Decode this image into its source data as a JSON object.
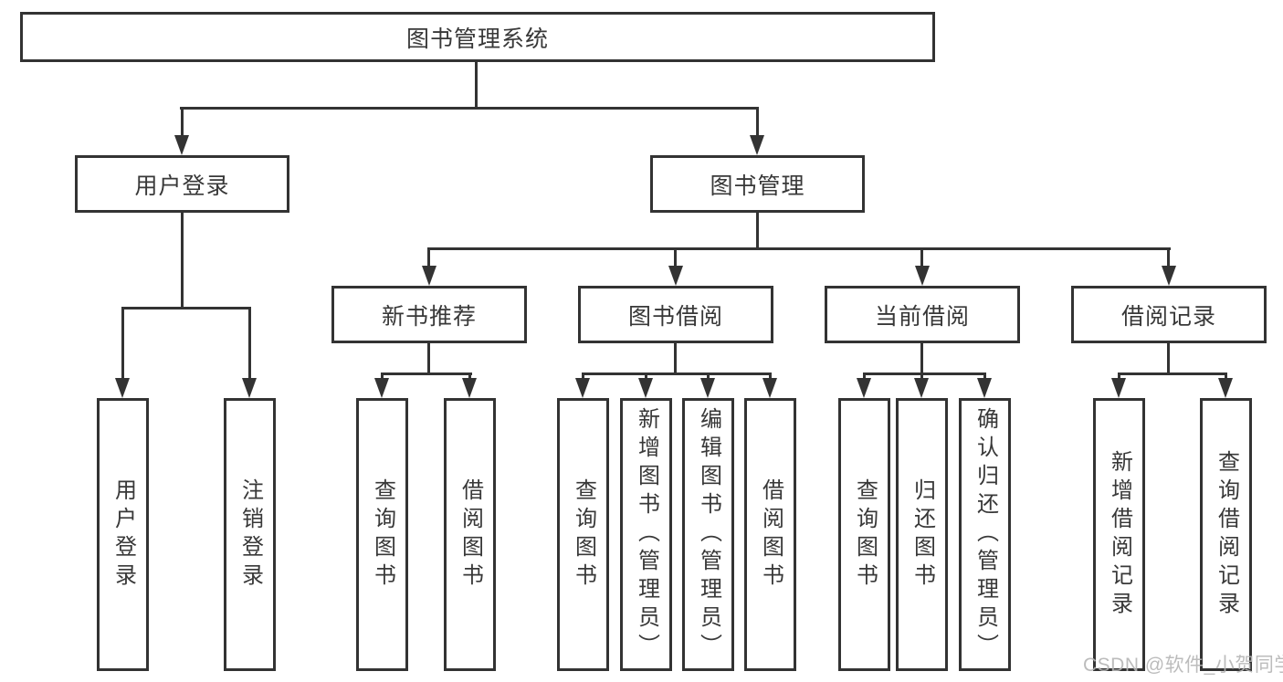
{
  "diagram": {
    "type": "hierarchy",
    "root": {
      "label": "图书管理系统"
    },
    "l2": [
      {
        "label": "用户登录",
        "parent": "图书管理系统"
      },
      {
        "label": "图书管理",
        "parent": "图书管理系统"
      }
    ],
    "l3": [
      {
        "label": "新书推荐",
        "parent": "图书管理"
      },
      {
        "label": "图书借阅",
        "parent": "图书管理"
      },
      {
        "label": "当前借阅",
        "parent": "图书管理"
      },
      {
        "label": "借阅记录",
        "parent": "图书管理"
      }
    ],
    "l4": [
      {
        "label": "用户登录",
        "parent": "用户登录"
      },
      {
        "label": "注销登录",
        "parent": "用户登录"
      },
      {
        "label": "查询图书",
        "parent": "新书推荐"
      },
      {
        "label": "借阅图书",
        "parent": "新书推荐"
      },
      {
        "label": "查询图书",
        "parent": "图书借阅"
      },
      {
        "label": "新增图书（管理员）",
        "parent": "图书借阅"
      },
      {
        "label": "编辑图书（管理员）",
        "parent": "图书借阅"
      },
      {
        "label": "借阅图书",
        "parent": "图书借阅"
      },
      {
        "label": "查询图书",
        "parent": "当前借阅"
      },
      {
        "label": "归还图书",
        "parent": "当前借阅"
      },
      {
        "label": "确认归还（管理员）",
        "parent": "当前借阅"
      },
      {
        "label": "新增借阅记录",
        "parent": "借阅记录"
      },
      {
        "label": "查询借阅记录",
        "parent": "借阅记录"
      }
    ],
    "colors": {
      "line": "#333333",
      "text": "#383838",
      "background": "#ffffff",
      "watermark": "#b5b5b5"
    }
  },
  "watermark": "CSDN @软件_小贺同学"
}
